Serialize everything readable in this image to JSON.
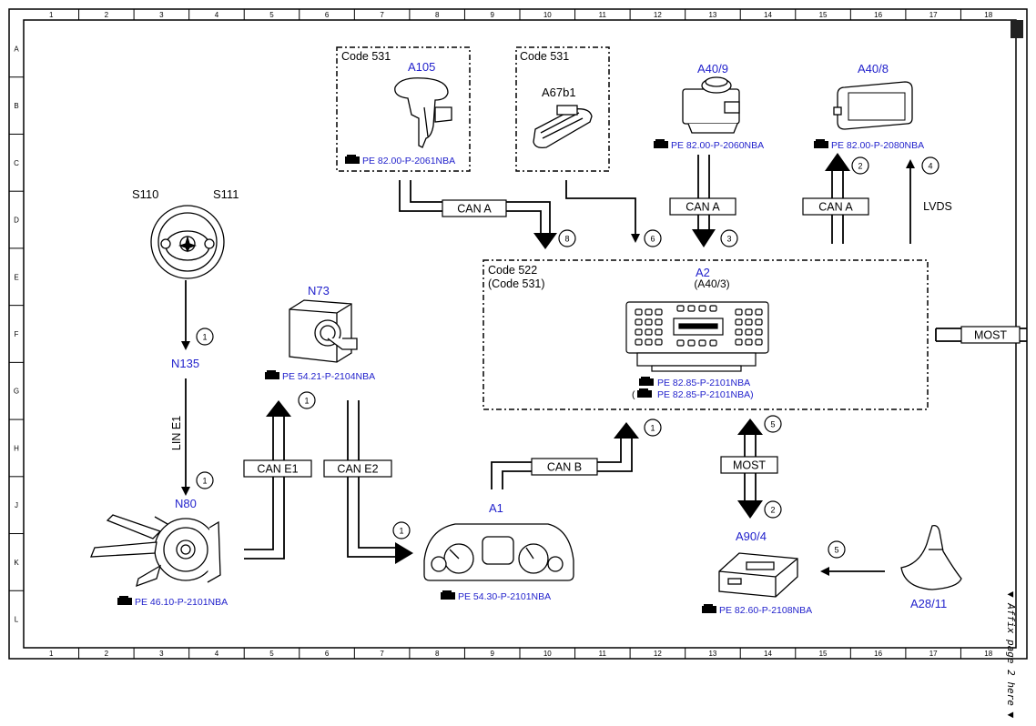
{
  "grid": {
    "cols": [
      "1",
      "2",
      "3",
      "4",
      "5",
      "6",
      "7",
      "8",
      "9",
      "10",
      "11",
      "12",
      "13",
      "14",
      "15",
      "16",
      "17",
      "18"
    ],
    "rows": [
      "A",
      "B",
      "C",
      "D",
      "E",
      "F",
      "G",
      "H",
      "J",
      "K",
      "L"
    ]
  },
  "components": {
    "S110": "S110",
    "S111": "S111",
    "N135": "N135",
    "N80": "N80",
    "N73": "N73",
    "A105": "A105",
    "A67b1": "A67b1",
    "A40_9": "A40/9",
    "A40_8": "A40/8",
    "A2": "A2",
    "A2_sub": "(A40/3)",
    "A1": "A1",
    "A90_4": "A90/4",
    "A28_11": "A28/11"
  },
  "code_labels": {
    "code531_a": "Code 531",
    "code531_b": "Code 531",
    "code522": "Code 522",
    "code522_sub": "(Code 531)"
  },
  "refs": {
    "a105": "PE 82.00-P-2061NBA",
    "a40_9": "PE 82.00-P-2060NBA",
    "a40_8": "PE 82.00-P-2080NBA",
    "n73": "PE 54.21-P-2104NBA",
    "a2": "PE 82.85-P-2101NBA",
    "a2_sub_open": "(",
    "a2_sub": "PE 82.85-P-2101NBA)",
    "n80": "PE 46.10-P-2101NBA",
    "a1": "PE 54.30-P-2101NBA",
    "a90_4": "PE 82.60-P-2108NBA"
  },
  "bus_labels": {
    "can_a_1": "CAN A",
    "can_a_2": "CAN A",
    "can_a_3": "CAN A",
    "lvds": "LVDS",
    "most_right": "MOST",
    "most_mid": "MOST",
    "lin_e1": "LIN E1",
    "can_e1": "CAN E1",
    "can_e2": "CAN E2",
    "can_b": "CAN B"
  },
  "markers": {
    "m8": "8",
    "m6": "6",
    "m3": "3",
    "m2a": "2",
    "m4": "4",
    "m1_n135": "1",
    "m1_n80": "1",
    "m1_n73": "1",
    "m1_a1": "1",
    "m1_canb": "1",
    "m5_most": "5",
    "m2_most": "2",
    "m5_ant": "5"
  },
  "side_note": "▼ Affix page 2 here ▼"
}
